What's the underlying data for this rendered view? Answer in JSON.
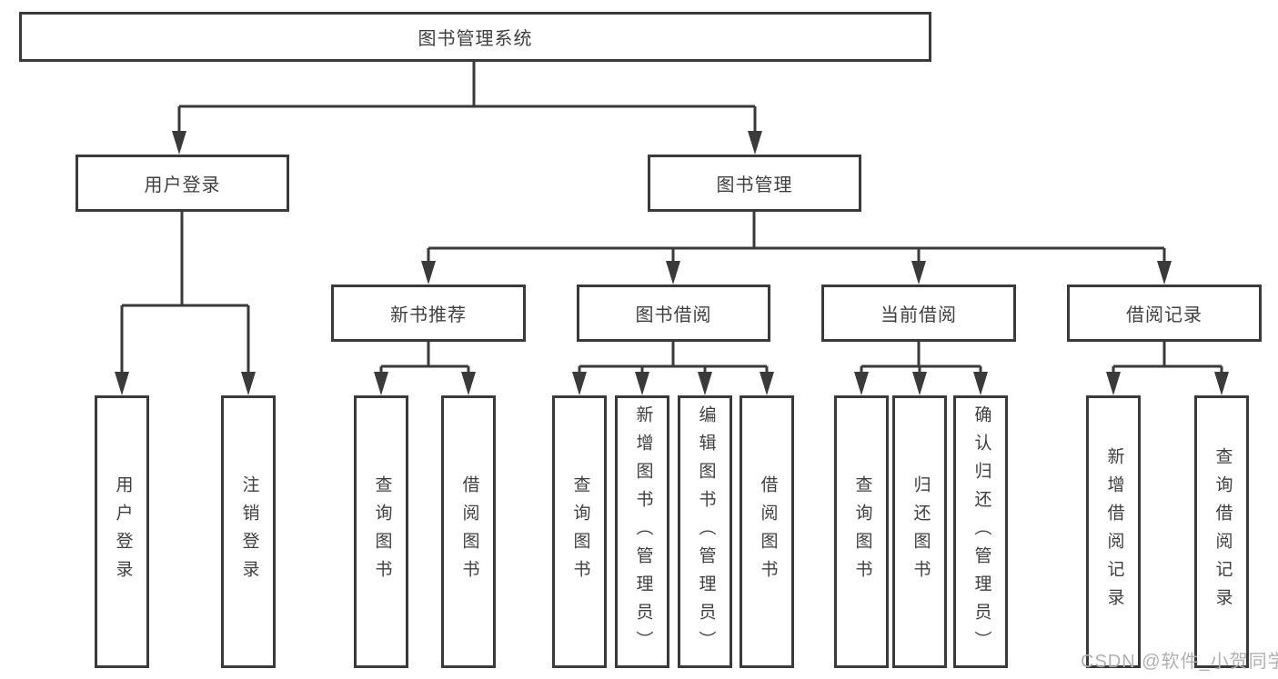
{
  "diagram_title": "图书管理系统",
  "watermark": "CSDN @软件_小贺同学",
  "colors": {
    "line": "#3a3a3a",
    "text": "#3f3f3f",
    "watermark": "#b0b0b0",
    "background": "#ffffff"
  },
  "nodes": {
    "root": {
      "label": "图书管理系统"
    },
    "level2": [
      {
        "label": "用户登录",
        "parent": "图书管理系统"
      },
      {
        "label": "图书管理",
        "parent": "图书管理系统"
      }
    ],
    "level3": [
      {
        "label": "新书推荐",
        "parent": "图书管理"
      },
      {
        "label": "图书借阅",
        "parent": "图书管理"
      },
      {
        "label": "当前借阅",
        "parent": "图书管理"
      },
      {
        "label": "借阅记录",
        "parent": "图书管理"
      }
    ],
    "leaves": [
      {
        "label": "用户登录",
        "parent": "用户登录"
      },
      {
        "label": "注销登录",
        "parent": "用户登录"
      },
      {
        "label": "查询图书",
        "parent": "新书推荐"
      },
      {
        "label": "借阅图书",
        "parent": "新书推荐"
      },
      {
        "label": "查询图书",
        "parent": "图书借阅"
      },
      {
        "label": "新增图书（管理员）",
        "parent": "图书借阅"
      },
      {
        "label": "编辑图书（管理员）",
        "parent": "图书借阅"
      },
      {
        "label": "借阅图书",
        "parent": "图书借阅"
      },
      {
        "label": "查询图书",
        "parent": "当前借阅"
      },
      {
        "label": "归还图书",
        "parent": "当前借阅"
      },
      {
        "label": "确认归还（管理员）",
        "parent": "当前借阅"
      },
      {
        "label": "新增借阅记录",
        "parent": "借阅记录"
      },
      {
        "label": "查询借阅记录",
        "parent": "借阅记录"
      }
    ]
  }
}
